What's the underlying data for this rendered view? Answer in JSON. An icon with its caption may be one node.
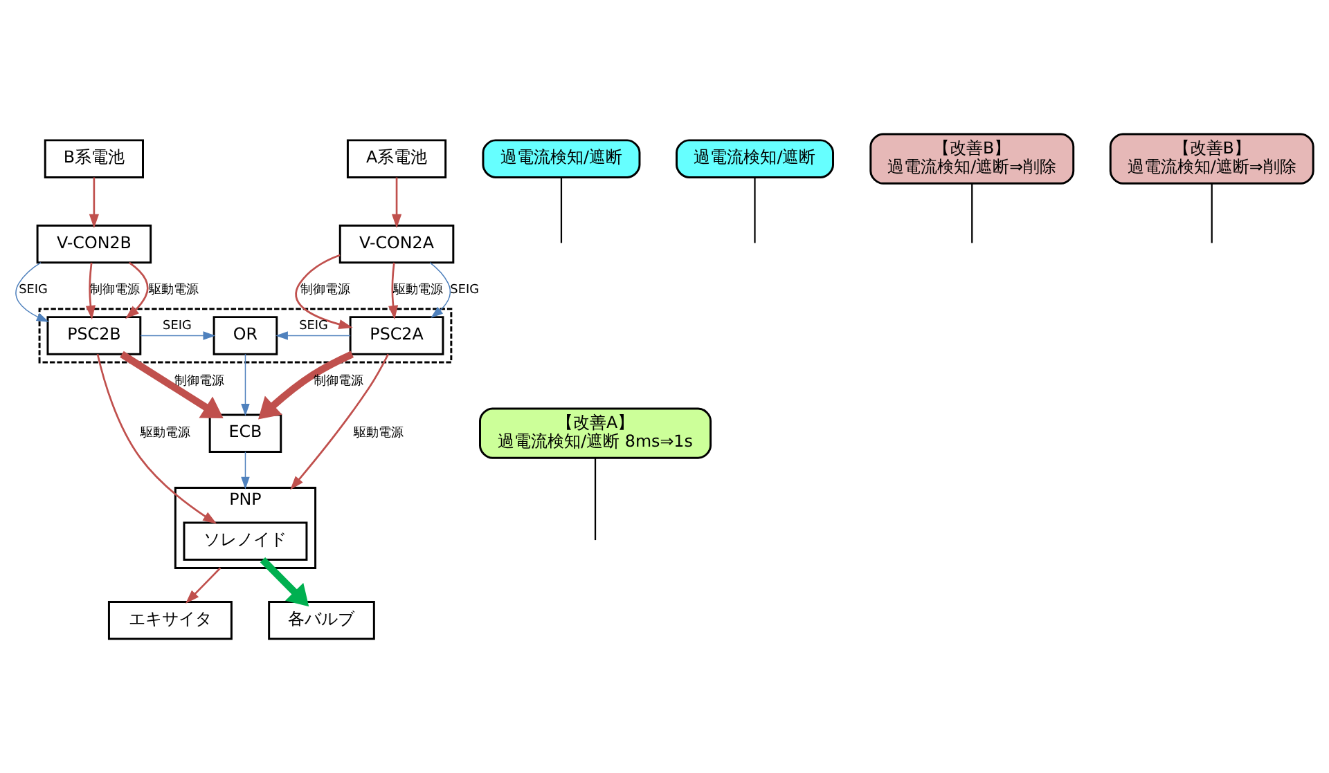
{
  "diagram": {
    "nodes": [
      {
        "text": [
          "A系電池"
        ]
      },
      {
        "text": [
          "B系電池"
        ]
      },
      {
        "text": [
          "V-CON2A"
        ]
      },
      {
        "text": [
          "V-CON2B"
        ]
      },
      {
        "text": [],
        "shape": "box"
      },
      {
        "text": [
          "PSC2A"
        ],
        "in": 4
      },
      {
        "text": [
          "OR"
        ],
        "in": 4
      },
      {
        "text": [
          "PSC2B"
        ],
        "in": 4
      },
      {
        "text": [
          "ECB"
        ]
      },
      {
        "text": [
          "PNP"
        ]
      },
      {
        "text": [
          "ソレノイド"
        ],
        "in": 9
      },
      {
        "text": [
          "エキサイタ"
        ]
      },
      {
        "text": [
          "各バルブ"
        ]
      },
      {
        "text": [
          "過電流検知/遮断"
        ]
      },
      {
        "text": [
          "過電流検知/遮断"
        ]
      },
      {
        "text": [
          "【改善B】",
          "過電流検知/遮断⇒削除"
        ]
      },
      {
        "text": [
          "【改善B】",
          "過電流検知/遮断⇒削除"
        ]
      },
      {
        "text": [
          "【改善A】",
          "過電流検知/遮断 8ms⇒1s"
        ]
      }
    ],
    "edges": [
      {
        "from": 0,
        "to": 2,
        "arrow": "to"
      },
      {
        "from": 1,
        "to": 3,
        "arrow": "to"
      },
      {
        "from": 2,
        "to": 5,
        "arrow": "to",
        "label": "制御電源"
      },
      {
        "from": 2,
        "to": 5,
        "arrow": "to",
        "label": "駆動電源"
      },
      {
        "from": 2,
        "to": 5,
        "arrow": "to",
        "label": "SEIG",
        "color": "#4f81bd"
      },
      {
        "from": 3,
        "to": 7,
        "arrow": "to",
        "label": "SEIG",
        "color": "#4f81bd"
      },
      {
        "from": 3,
        "to": 7,
        "arrow": "to",
        "label": "制御電源"
      },
      {
        "from": 3,
        "to": 7,
        "arrow": "to",
        "label": "駆動電源"
      },
      {
        "from": 5,
        "to": 6,
        "arrow": "to",
        "label": "SEIG",
        "color": "#4f81bd"
      },
      {
        "from": 7,
        "to": 6,
        "arrow": "to",
        "label": "SEIG",
        "color": "#4f81bd"
      },
      {
        "from": 6,
        "to": 8,
        "arrow": "to",
        "color": "#4f81bd"
      },
      {
        "from": 5,
        "to": 8,
        "arrow": "to",
        "label": "制御電源",
        "style": "thick"
      },
      {
        "from": 7,
        "to": 8,
        "arrow": "to",
        "label": "制御電源",
        "style": "thick"
      },
      {
        "from": 5,
        "to": 9,
        "arrow": "to",
        "label": "駆動電源"
      },
      {
        "from": 7,
        "to": 10,
        "arrow": "to",
        "label": "駆動電源"
      },
      {
        "from": 8,
        "to": 9,
        "arrow": "to",
        "color": "#4f81bd"
      },
      {
        "from": 9,
        "to": 11,
        "arrow": "to"
      },
      {
        "from": 10,
        "to": 12,
        "arrow": "to",
        "style": "thick",
        "color": "#00b050"
      },
      {
        "from": 13,
        "to": null,
        "arrow": "none",
        "color": "#000000"
      },
      {
        "from": 14,
        "to": null,
        "arrow": "none",
        "color": "#000000"
      },
      {
        "from": 15,
        "to": null,
        "arrow": "none",
        "color": "#000000"
      },
      {
        "from": 16,
        "to": null,
        "arrow": "none",
        "color": "#000000"
      },
      {
        "from": 17,
        "to": null,
        "arrow": "none",
        "color": "#000000"
      }
    ]
  }
}
